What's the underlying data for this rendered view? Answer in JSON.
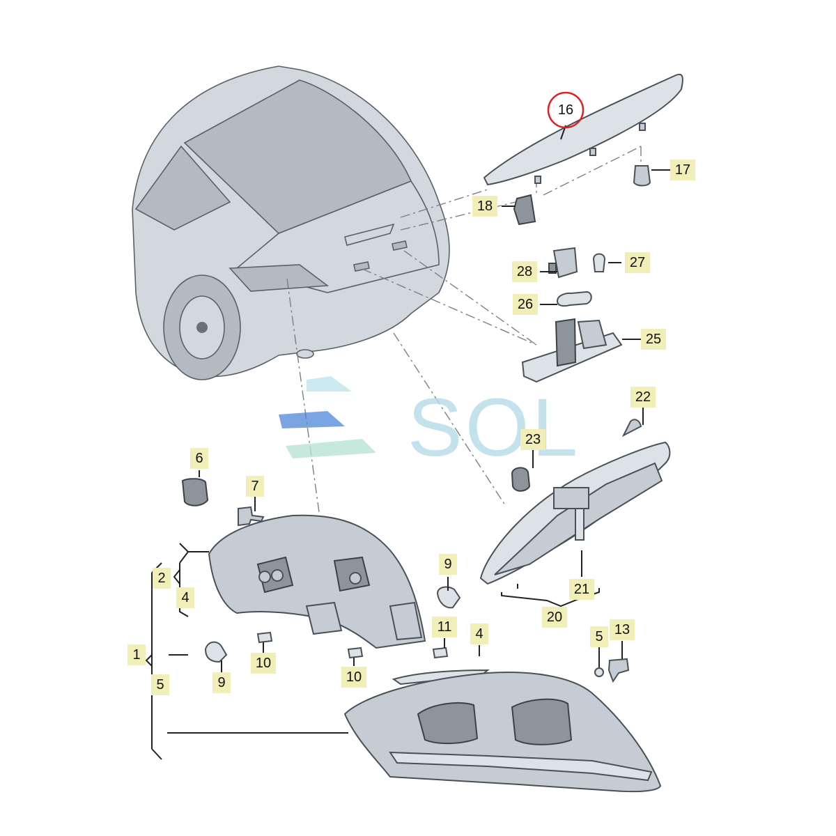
{
  "watermark": {
    "text": "SOL"
  },
  "callouts": [
    {
      "id": "1",
      "label": "1"
    },
    {
      "id": "2",
      "label": "2"
    },
    {
      "id": "4a",
      "label": "4"
    },
    {
      "id": "5a",
      "label": "5"
    },
    {
      "id": "6",
      "label": "6"
    },
    {
      "id": "7",
      "label": "7"
    },
    {
      "id": "9a",
      "label": "9"
    },
    {
      "id": "9b",
      "label": "9"
    },
    {
      "id": "10a",
      "label": "10"
    },
    {
      "id": "10b",
      "label": "10"
    },
    {
      "id": "11",
      "label": "11"
    },
    {
      "id": "4b",
      "label": "4"
    },
    {
      "id": "5b",
      "label": "5"
    },
    {
      "id": "13",
      "label": "13"
    },
    {
      "id": "16",
      "label": "16",
      "highlighted": true
    },
    {
      "id": "17",
      "label": "17"
    },
    {
      "id": "18",
      "label": "18"
    },
    {
      "id": "20",
      "label": "20"
    },
    {
      "id": "21",
      "label": "21"
    },
    {
      "id": "22",
      "label": "22"
    },
    {
      "id": "23",
      "label": "23"
    },
    {
      "id": "25",
      "label": "25"
    },
    {
      "id": "26",
      "label": "26"
    },
    {
      "id": "27",
      "label": "27"
    },
    {
      "id": "28",
      "label": "28"
    }
  ],
  "colors": {
    "callout_fill": "#f2eeb8",
    "highlight": "#e02020",
    "watermark": "#b9dde8"
  }
}
